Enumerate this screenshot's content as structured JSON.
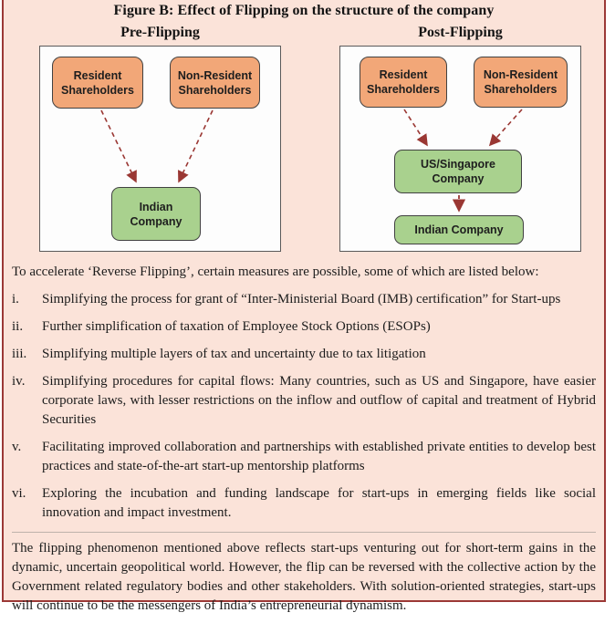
{
  "figure": {
    "title": "Figure B: Effect of Flipping on the structure of the company",
    "pre": {
      "label": "Pre-Flipping",
      "resident": "Resident\nShareholders",
      "non_resident": "Non-Resident\nShareholders",
      "company": "Indian\nCompany"
    },
    "post": {
      "label": "Post-Flipping",
      "resident": "Resident\nShareholders",
      "non_resident": "Non-Resident\nShareholders",
      "holding": "US/Singapore\nCompany",
      "company": "Indian Company"
    }
  },
  "measures": {
    "intro": "To accelerate ‘Reverse Flipping’, certain measures are possible, some of which are listed below:",
    "items": [
      {
        "num": "i.",
        "text": "Simplifying the process for grant of “Inter-Ministerial Board (IMB) certification” for Start-ups"
      },
      {
        "num": "ii.",
        "text": "Further simplification of taxation of Employee Stock Options (ESOPs)"
      },
      {
        "num": "iii.",
        "text": "Simplifying multiple layers of tax and uncertainty due to tax litigation"
      },
      {
        "num": "iv.",
        "text": "Simplifying procedures for capital flows: Many countries, such as US and Singapore, have easier corporate laws, with lesser restrictions on the inflow and outflow of capital and treatment of Hybrid Securities"
      },
      {
        "num": "v.",
        "text": "Facilitating improved collaboration and partnerships with established private entities to develop best practices and state-of-the-art start-up mentorship platforms"
      },
      {
        "num": "vi.",
        "text": "Exploring the incubation and funding landscape for start-ups in emerging fields like social innovation and impact investment."
      }
    ]
  },
  "closing": "The flipping phenomenon mentioned above reflects start-ups venturing out for short-term gains in the dynamic, uncertain geopolitical world. However, the flip can be reversed with the collective action by the Government related regulatory bodies and other stakeholders. With solution-oriented strategies, start-ups will continue to be the messengers of India’s entrepreneurial dynamism.",
  "colors": {
    "page_background": "#fbe3d9",
    "frame_border": "#9b3836",
    "shareholder_box": "#f2a778",
    "company_box": "#a9d18e",
    "arrow": "#9a3733",
    "box_border": "#414141"
  }
}
